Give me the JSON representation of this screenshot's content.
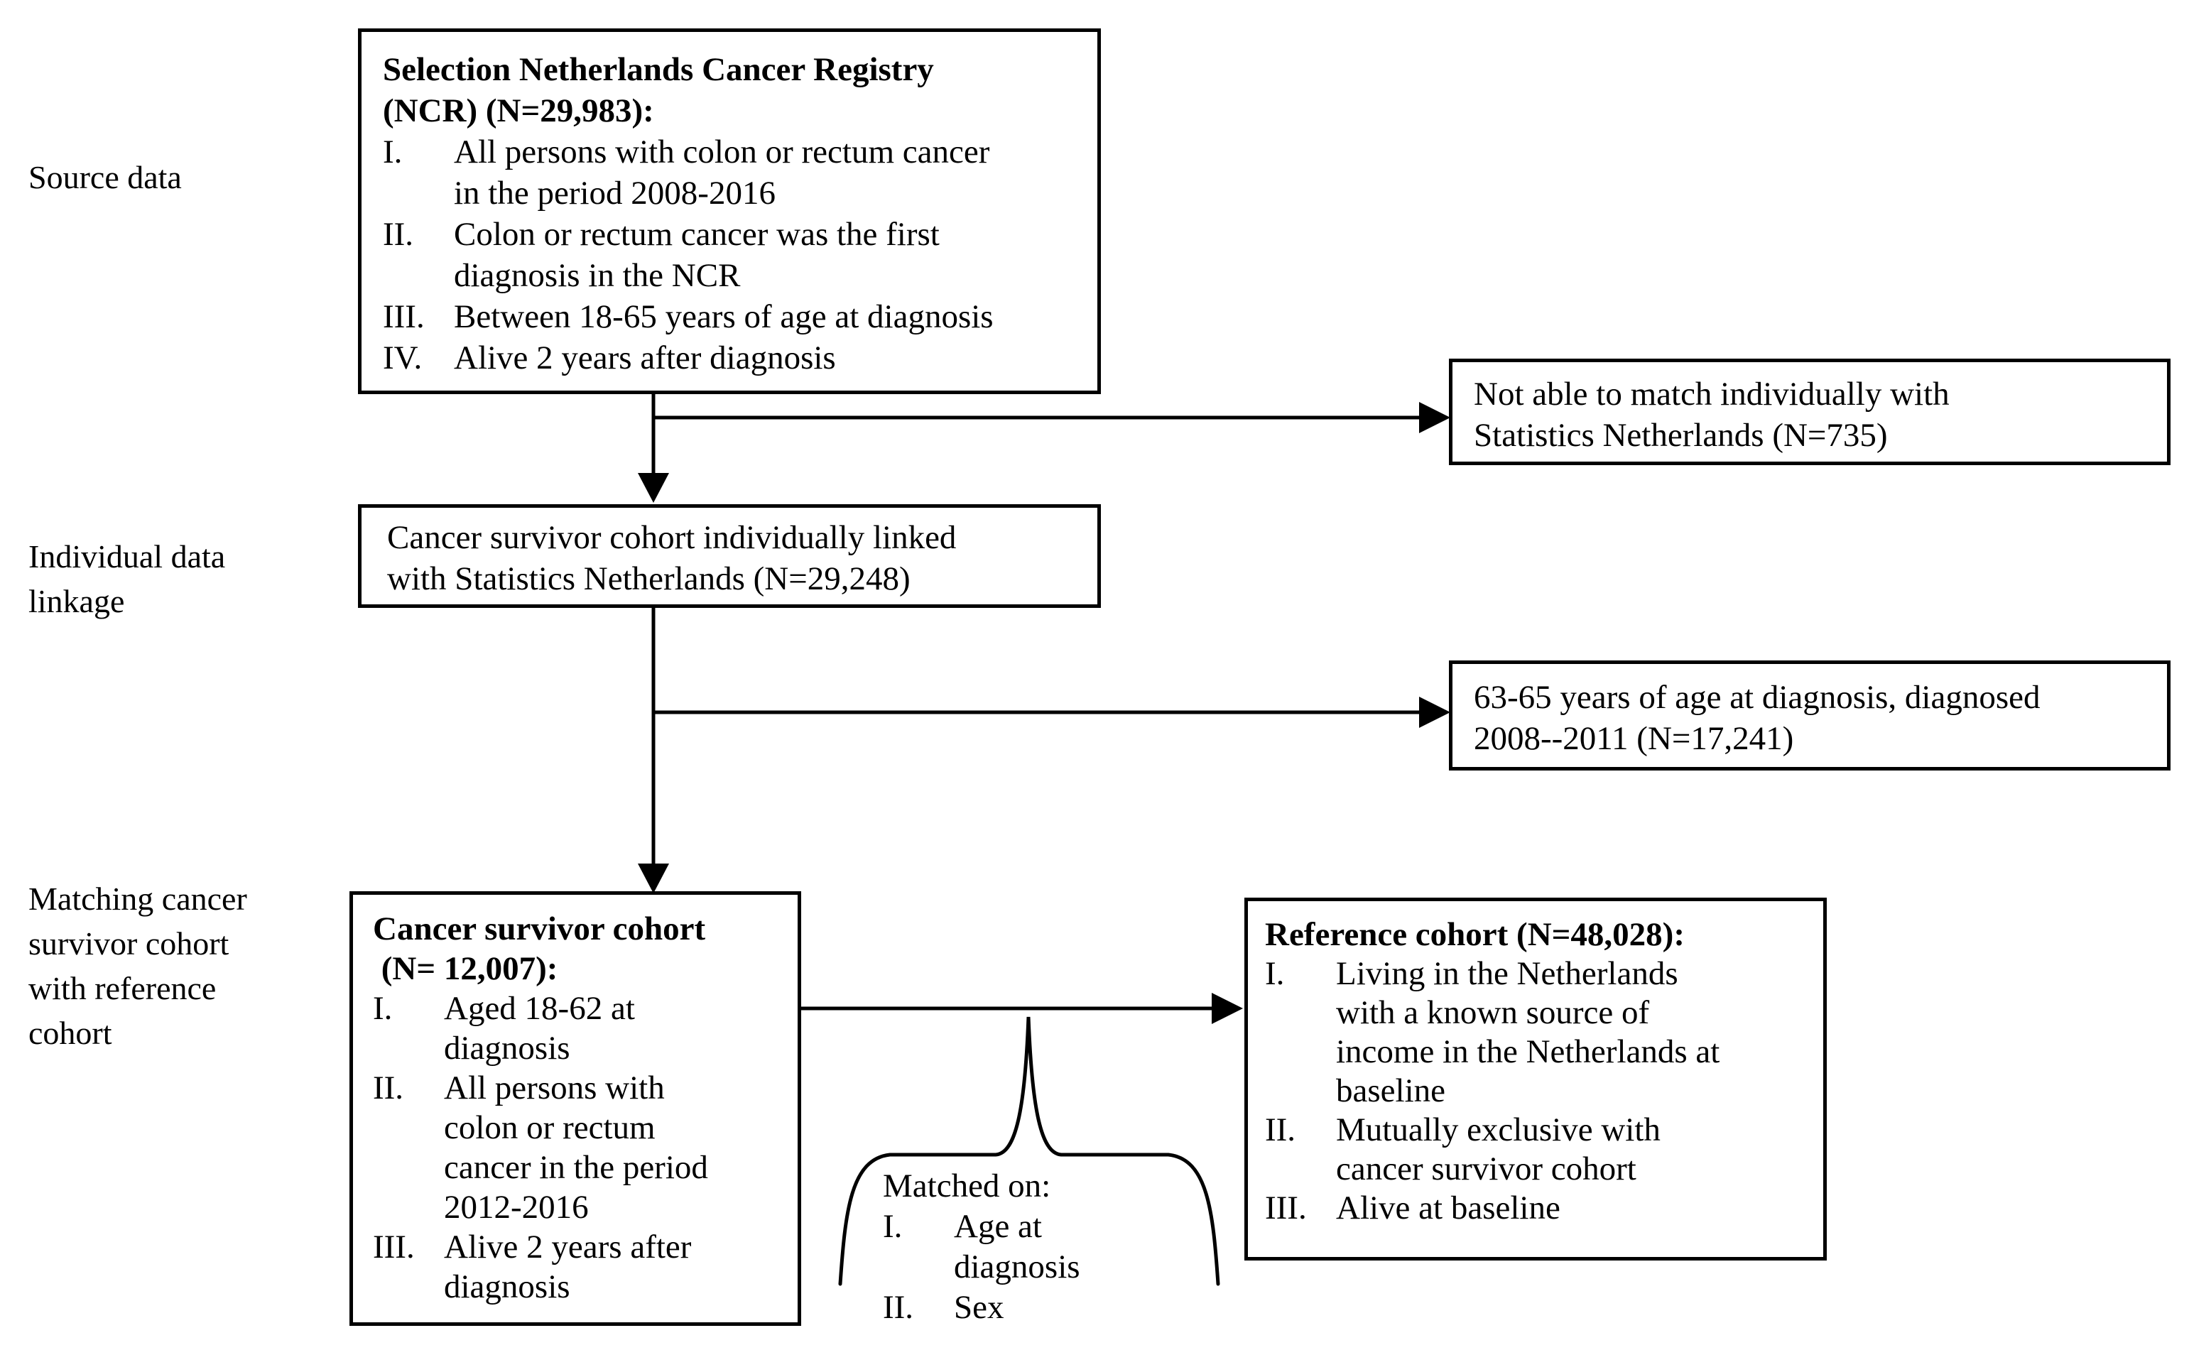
{
  "page": {
    "background_color": "#ffffff",
    "ink_color": "#000000"
  },
  "row_labels": {
    "source_data": "Source data",
    "individual_linkage": "Individual data\nlinkage",
    "matching": "Matching cancer\nsurvivor cohort\nwith reference\ncohort"
  },
  "boxes": {
    "selection": {
      "title": "Selection Netherlands Cancer Registry\n(NCR) (N=29,983):",
      "items": [
        {
          "num": "I.",
          "text": "All persons with colon or rectum cancer\nin the period 2008-2016"
        },
        {
          "num": "II.",
          "text": "Colon or rectum cancer was the first\ndiagnosis in the NCR"
        },
        {
          "num": "III.",
          "text": "Between 18-65 years of age at diagnosis"
        },
        {
          "num": "IV.",
          "text": "Alive 2 years after diagnosis"
        }
      ]
    },
    "not_matched": {
      "text": "Not able to match individually with\nStatistics Netherlands (N=735)"
    },
    "linked": {
      "text": "Cancer survivor cohort individually linked\nwith Statistics Netherlands (N=29,248)"
    },
    "age_excluded": {
      "text": "63-65 years of age at diagnosis, diagnosed\n2008--2011 (N=17,241)"
    },
    "survivor": {
      "title": "Cancer survivor cohort\n (N= 12,007):",
      "items": [
        {
          "num": "I.",
          "text": "Aged 18-62 at\ndiagnosis"
        },
        {
          "num": "II.",
          "text": "All persons with\ncolon or rectum\ncancer in the period\n2012-2016"
        },
        {
          "num": "III.",
          "text": "Alive 2 years after\ndiagnosis"
        }
      ]
    },
    "reference": {
      "title": "Reference cohort (N=48,028):",
      "items": [
        {
          "num": "I.",
          "text": "Living in the Netherlands\nwith a known source of\nincome in the Netherlands at\nbaseline"
        },
        {
          "num": "II.",
          "text": "Mutually exclusive with\ncancer survivor cohort"
        },
        {
          "num": "III.",
          "text": "Alive at baseline"
        }
      ]
    },
    "matched_on": {
      "title": "Matched on:",
      "items": [
        {
          "num": "I.",
          "text": "Age at\ndiagnosis"
        },
        {
          "num": "II.",
          "text": "Sex"
        }
      ]
    }
  }
}
